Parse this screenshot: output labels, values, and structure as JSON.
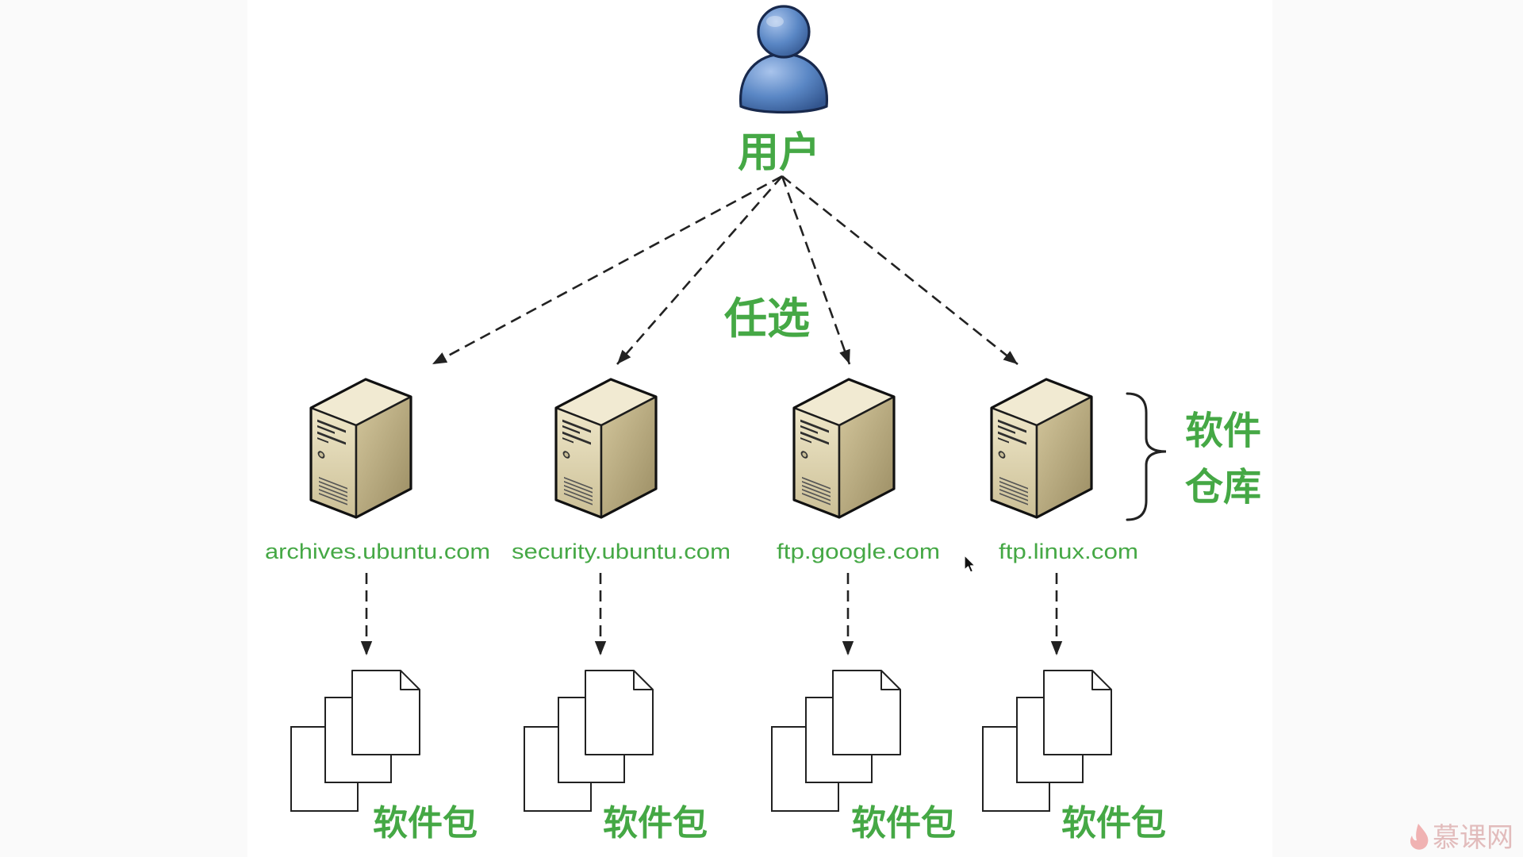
{
  "diagram": {
    "user": {
      "label": "用户",
      "icon": "user-icon"
    },
    "choice_label": "任选",
    "repository_label": [
      "软件",
      "仓库"
    ],
    "servers": [
      {
        "host": "archives.ubuntu.com",
        "icon": "server-icon",
        "package_label": "软件包",
        "package_icon": "document-stack-icon"
      },
      {
        "host": "security.ubuntu.com",
        "icon": "server-icon",
        "package_label": "软件包",
        "package_icon": "document-stack-icon"
      },
      {
        "host": "ftp.google.com",
        "icon": "server-icon",
        "package_label": "软件包",
        "package_icon": "document-stack-icon"
      },
      {
        "host": "ftp.linux.com",
        "icon": "server-icon",
        "package_label": "软件包",
        "package_icon": "document-stack-icon"
      }
    ]
  },
  "watermark": {
    "text": "慕课网",
    "icon": "flame-icon"
  },
  "colors": {
    "label_text": "#45a845",
    "arrow": "#222222",
    "user_icon": "#5a87c5",
    "server_body": "#d9cfaa",
    "watermark": "#e2bcbc"
  }
}
